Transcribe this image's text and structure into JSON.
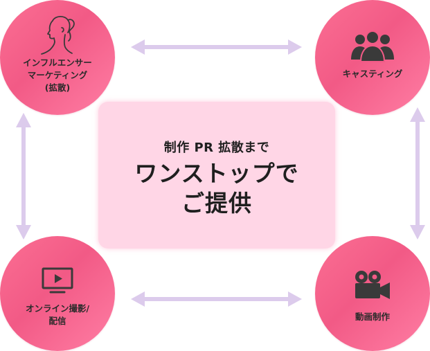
{
  "center": {
    "subtitle": "制作 PR 拡散まで",
    "headline": "ワンストップで\nご提供"
  },
  "nodes": {
    "influencer": {
      "label": "インフルエンサー\nマーケティング\n(拡散)",
      "icon": "woman-profile-icon"
    },
    "casting": {
      "label": "キャスティング",
      "icon": "group-people-icon"
    },
    "online": {
      "label": "オンライン撮影/\n配信",
      "icon": "monitor-play-icon"
    },
    "video": {
      "label": "動画制作",
      "icon": "video-camera-icon"
    }
  },
  "colors": {
    "circle": "#f25a86",
    "center_box": "#ffd6e6",
    "arrow": "#dccbec",
    "icon": "#3a3a3a"
  }
}
